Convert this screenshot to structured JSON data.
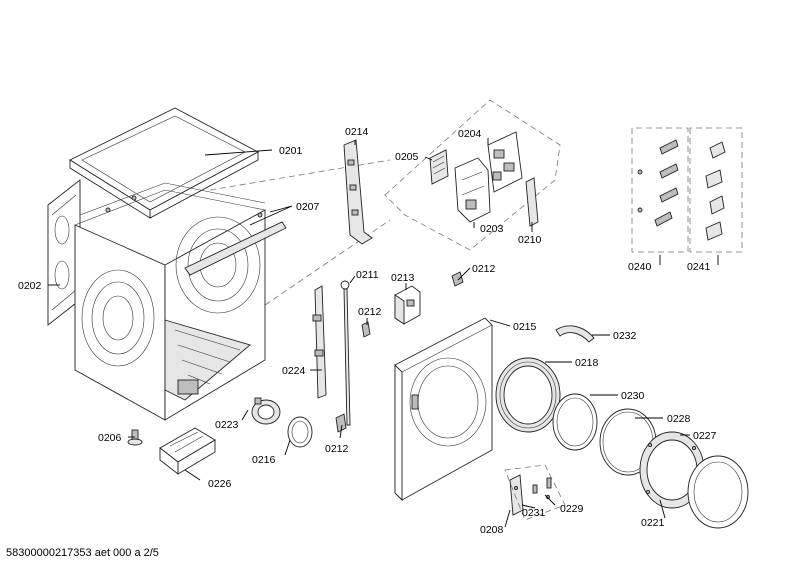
{
  "labels": {
    "p0201": "0201",
    "p0202": "0202",
    "p0203": "0203",
    "p0204": "0204",
    "p0205": "0205",
    "p0206": "0206",
    "p0207": "0207",
    "p0208": "0208",
    "p0210": "0210",
    "p0211": "0211",
    "p0212a": "0212",
    "p0212b": "0212",
    "p0212c": "0212",
    "p0213": "0213",
    "p0214": "0214",
    "p0215": "0215",
    "p0216": "0216",
    "p0218": "0218",
    "p0221": "0221",
    "p0223": "0223",
    "p0224": "0224",
    "p0226": "0226",
    "p0227": "0227",
    "p0228": "0228",
    "p0229": "0229",
    "p0230": "0230",
    "p0231": "0231",
    "p0232": "0232",
    "p0240": "0240",
    "p0241": "0241"
  },
  "footer": "58300000217353 aet 000 a 2/5"
}
